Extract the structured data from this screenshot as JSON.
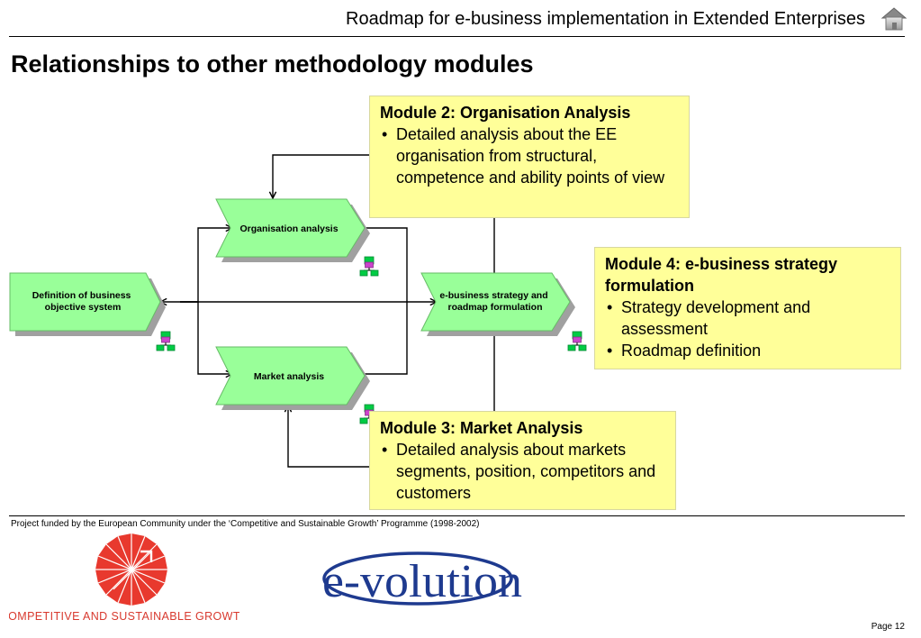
{
  "header": {
    "title": "Roadmap for e-business implementation in Extended Enterprises",
    "home_icon": "home-icon"
  },
  "page_title": "Relationships to other methodology modules",
  "diagram": {
    "nodes": {
      "definition": [
        "Definition of  business",
        "objective system"
      ],
      "organisation": [
        "Organisation analysis"
      ],
      "market": [
        "Market analysis"
      ],
      "ebusiness": [
        "e-business strategy and",
        "roadmap formulation"
      ]
    },
    "colors": {
      "function_fill": "#99ff99",
      "function_shadow": "#a0a0a0",
      "function_border": "#66bb66",
      "org_unit_fill": "#cc44cc",
      "org_unit_child": "#00cc44",
      "callout_fill": "#ffff99"
    }
  },
  "callouts": {
    "module2": {
      "title": "Module 2: Organisation Analysis",
      "bullets": [
        "Detailed analysis about the EE organisation from structural, competence and ability points of view"
      ]
    },
    "module4": {
      "title": "Module 4: e-business strategy formulation",
      "bullets": [
        "Strategy development and assessment",
        "Roadmap definition"
      ]
    },
    "module3": {
      "title": "Module 3: Market Analysis",
      "bullets": [
        "Detailed analysis about markets segments, position, competitors and customers"
      ]
    }
  },
  "footer": {
    "note": "Project funded by the European Community under the ‘Competitive and Sustainable Growth’ Programme (1998-2002)",
    "csg_logo_text": "COMPETITIVE AND SUSTAINABLE GROWTH",
    "evolution_logo_text": "e-volution",
    "page_number": "Page 12"
  }
}
